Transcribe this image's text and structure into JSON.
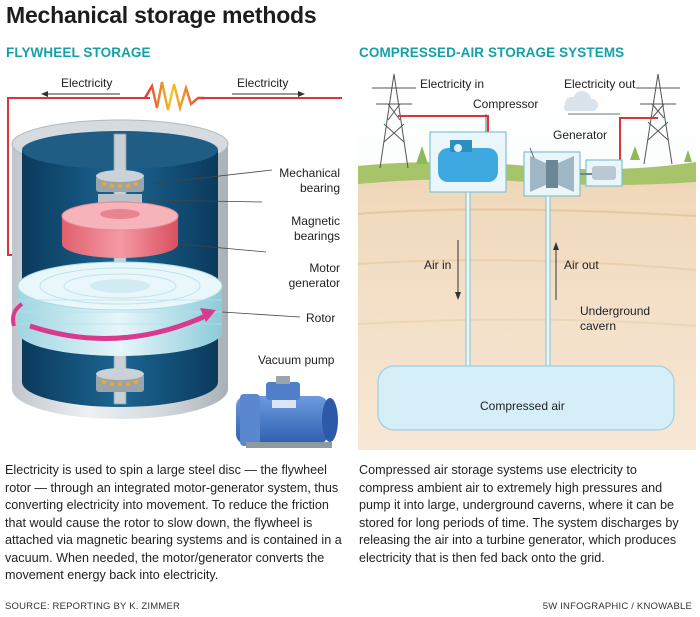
{
  "title": "Mechanical storage methods",
  "flywheel": {
    "heading": "FLYWHEEL STORAGE",
    "electricity_left": "Electricity",
    "electricity_right": "Electricity",
    "labels": {
      "mechanical_bearing": "Mechanical\nbearing",
      "magnetic_bearings": "Magnetic\nbearings",
      "motor_generator": "Motor\ngenerator",
      "rotor": "Rotor",
      "vacuum_pump": "Vacuum pump"
    },
    "description": "Electricity is used to spin a large steel disc — the flywheel rotor — through an integrated motor-generator system, thus converting electricity into movement. To reduce the friction that would cause the rotor to slow down, the flywheel is attached via magnetic bearing systems and is contained in a vacuum. When needed, the motor/generator converts the movement energy back into electricity."
  },
  "caes": {
    "heading": "COMPRESSED-AIR STORAGE SYSTEMS",
    "labels": {
      "electricity_in": "Electricity in",
      "electricity_out": "Electricity out",
      "compressor": "Compressor",
      "generator": "Generator",
      "air_in": "Air in",
      "air_out": "Air out",
      "underground_cavern": "Underground\ncavern",
      "compressed_air": "Compressed air"
    },
    "description": "Compressed air storage systems use electricity to compress ambient air to extremely high pressures and pump it into large, underground caverns, where it can be stored for long periods of time. The system discharges by releasing the air into a turbine generator, which produces electricity that is then fed back onto the grid."
  },
  "footer": {
    "source": "SOURCE: REPORTING BY K. ZIMMER",
    "credit": "5W INFOGRAPHIC / KNOWABLE"
  },
  "colors": {
    "accent_teal": "#14a0a8",
    "wire_red": "#e0323a",
    "electricity_orange": "#f5a623"
  }
}
